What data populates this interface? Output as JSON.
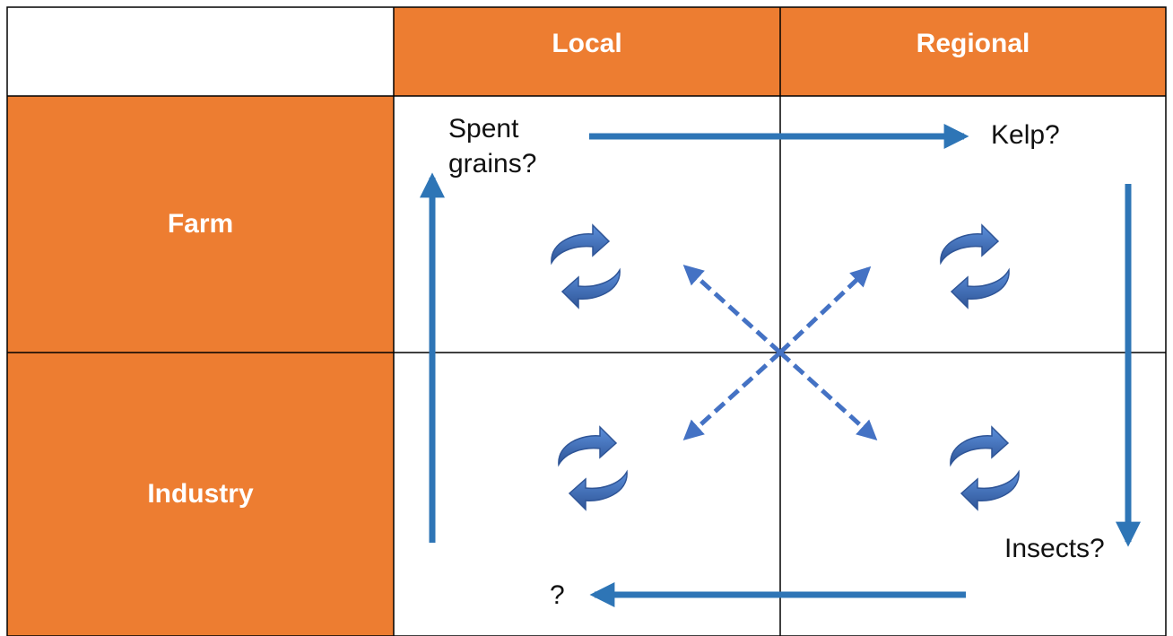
{
  "header": {
    "corner": "",
    "columns": [
      "Local",
      "Regional"
    ]
  },
  "rows": [
    "Farm",
    "Industry"
  ],
  "items": {
    "top_left": "Spent\ngrains?",
    "top_right": "Kelp?",
    "bottom_right": "Insects?",
    "bottom_left": "?"
  },
  "colors": {
    "header_fill": "#ED7D31",
    "header_text": "#FFFFFF",
    "arrow": "#2E75B6",
    "dashed_arrow": "#4472C4",
    "cycle": "#4472C4",
    "grid_line": "#000000"
  },
  "icons": [
    "cycle-icon",
    "cycle-icon",
    "cycle-icon",
    "cycle-icon"
  ]
}
